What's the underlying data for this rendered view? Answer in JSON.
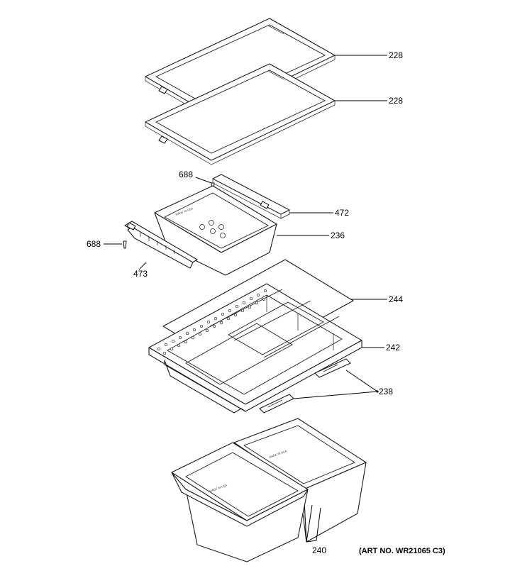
{
  "callouts": {
    "shelf_top": "228",
    "shelf_lower": "228",
    "cover_left_clip": "688",
    "cover_right_clip": "688",
    "right_rail": "472",
    "left_rail": "473",
    "pan": "236",
    "glass_insert": "244",
    "drawer_cover": "242",
    "slide_controls": "238",
    "crisper_drawers": "240"
  },
  "art_number": "(ART NO. WR21065 C3)"
}
